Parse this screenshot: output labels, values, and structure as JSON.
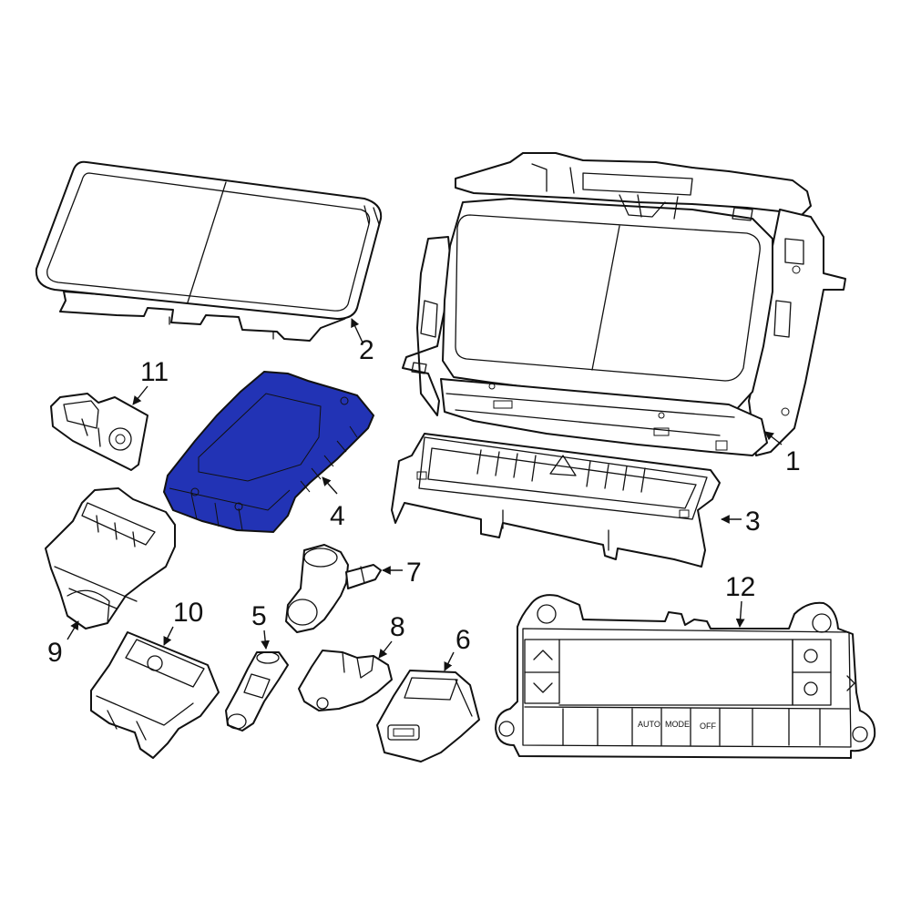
{
  "diagram": {
    "highlight_color": "#2233b5",
    "highlighted_part": "4",
    "callouts": [
      "1",
      "2",
      "3",
      "4",
      "5",
      "6",
      "7",
      "8",
      "9",
      "10",
      "11",
      "12"
    ],
    "climate_buttons": {
      "auto": "AUTO",
      "mode": "MODE",
      "off": "OFF"
    }
  }
}
